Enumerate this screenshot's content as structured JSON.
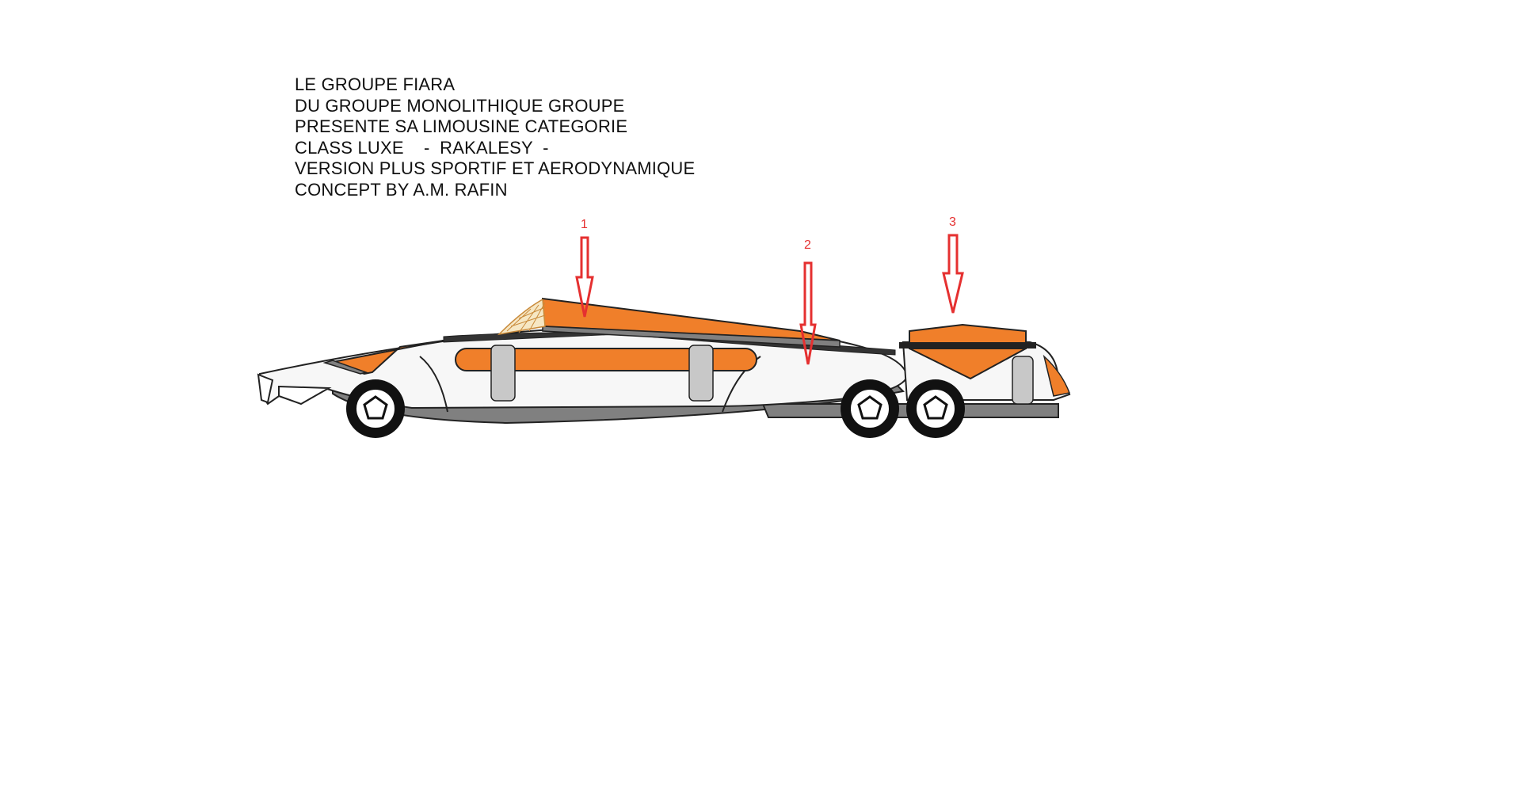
{
  "title_lines": [
    "LE GROUPE FIARA",
    "DU GROUPE MONOLITHIQUE GROUPE",
    "PRESENTE SA LIMOUSINE CATEGORIE",
    "CLASS LUXE    -  RAKALESY  -",
    "VERSION PLUS SPORTIF ET AERODYNAMIQUE",
    "CONCEPT BY A.M. RAFIN"
  ],
  "callouts": [
    {
      "label": "1"
    },
    {
      "label": "2"
    },
    {
      "label": "3"
    }
  ],
  "colors": {
    "accent_orange": "#f07f2a",
    "body_white": "#f7f7f7",
    "body_gray": "#808080",
    "dark": "#222222",
    "window_gray": "#c8c8c8",
    "arrow_red": "#e53030"
  }
}
